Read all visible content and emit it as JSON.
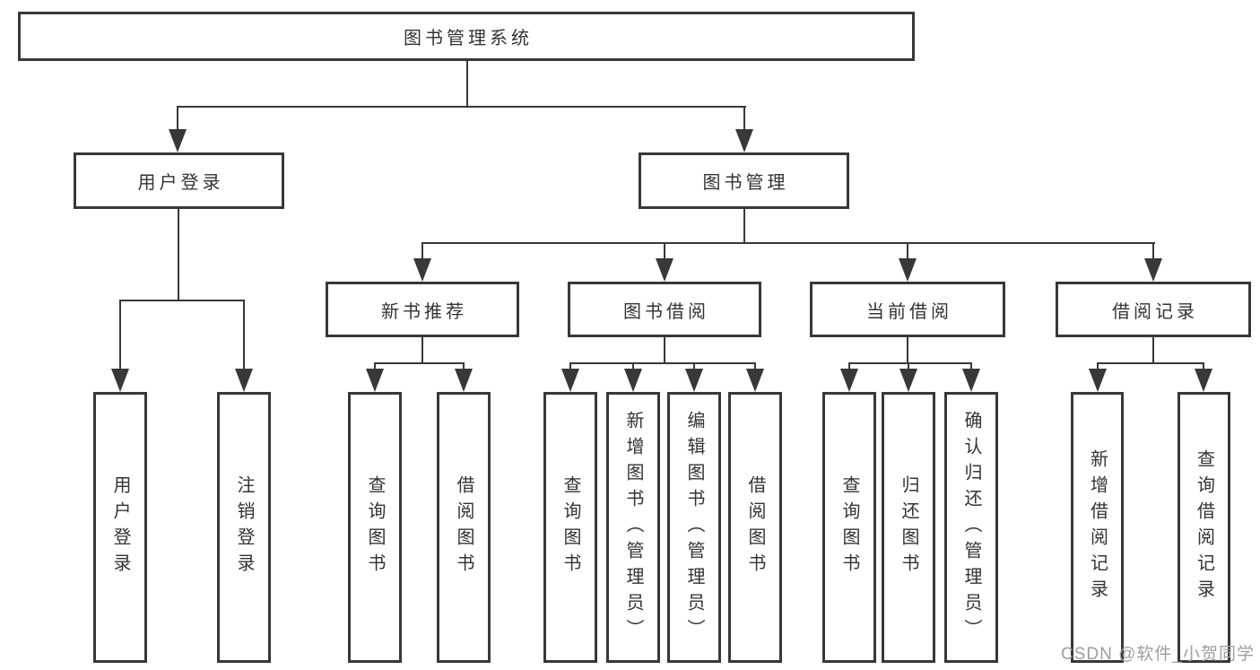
{
  "diagram": {
    "title": "图书管理系统",
    "type": "functional-structure-chart",
    "watermark": "CSDN @软件_小贺同学",
    "colors": {
      "line": "#383838",
      "text": "#333333",
      "box_fill": "#ffffff",
      "background": "#ffffff",
      "watermark": "#9e9e9e"
    },
    "nodes": {
      "root": {
        "label": "图书管理系统"
      },
      "user_login": {
        "label": "用户登录"
      },
      "book_mgmt": {
        "label": "图书管理"
      },
      "new_book_rec": {
        "label": "新书推荐"
      },
      "book_borrow": {
        "label": "图书借阅"
      },
      "current_borrow": {
        "label": "当前借阅"
      },
      "borrow_record": {
        "label": "借阅记录"
      },
      "ul_login": {
        "label": "用户登录"
      },
      "ul_logout": {
        "label": "注销登录"
      },
      "nbr_query": {
        "label": "查询图书"
      },
      "nbr_borrow": {
        "label": "借阅图书"
      },
      "bb_query": {
        "label": "查询图书"
      },
      "bb_add": {
        "label": "新增图书（管理员）"
      },
      "bb_edit": {
        "label": "编辑图书（管理员）"
      },
      "bb_borrow": {
        "label": "借阅图书"
      },
      "cb_query": {
        "label": "查询图书"
      },
      "cb_return": {
        "label": "归还图书"
      },
      "cb_confirm": {
        "label": "确认归还（管理员）"
      },
      "br_add": {
        "label": "新增借阅记录"
      },
      "br_query": {
        "label": "查询借阅记录"
      }
    },
    "hierarchy": {
      "root": [
        "user_login",
        "book_mgmt"
      ],
      "user_login": [
        "ul_login",
        "ul_logout"
      ],
      "book_mgmt": [
        "new_book_rec",
        "book_borrow",
        "current_borrow",
        "borrow_record"
      ],
      "new_book_rec": [
        "nbr_query",
        "nbr_borrow"
      ],
      "book_borrow": [
        "bb_query",
        "bb_add",
        "bb_edit",
        "bb_borrow"
      ],
      "current_borrow": [
        "cb_query",
        "cb_return",
        "cb_confirm"
      ],
      "borrow_record": [
        "br_add",
        "br_query"
      ]
    }
  }
}
